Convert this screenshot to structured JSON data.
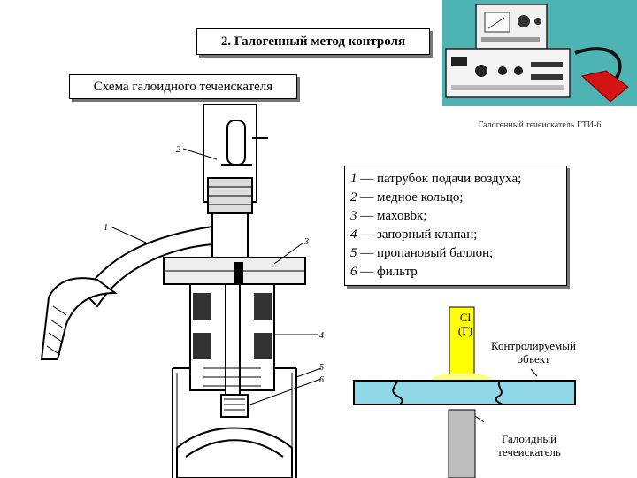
{
  "title": "2. Галогенный метод контроля",
  "subtitle": "Схема галоидного течеискателя",
  "photo": {
    "caption": "Галогенный течеискатель ГТИ-6",
    "device_color": "#e8e8e8",
    "probe_color": "#d41414",
    "background": "#2fa6a6"
  },
  "drawing": {
    "callouts": [
      "1",
      "2",
      "3",
      "4",
      "5",
      "6"
    ]
  },
  "legend": {
    "items": [
      {
        "num": "1",
        "text": " — патрубок подачи воздуха;"
      },
      {
        "num": "2",
        "text": " — медное кольцо;"
      },
      {
        "num": "3",
        "text": " — маховbк;"
      },
      {
        "num": "4",
        "text": " — запорный клапан;"
      },
      {
        "num": "5",
        "text": " — пропановый баллон;"
      },
      {
        "num": "6",
        "text": " — фильтр"
      }
    ]
  },
  "scheme": {
    "gas_label_1": "Cl",
    "gas_label_2": "(Г)",
    "object_label_1": "Контролируемый",
    "object_label_2": "объект",
    "detector_label_1": "Галоидный",
    "detector_label_2": "течеискатель",
    "gas_color": "#ffff00",
    "plate_color": "#8fd8e8",
    "detector_color": "#bdbdbd"
  }
}
